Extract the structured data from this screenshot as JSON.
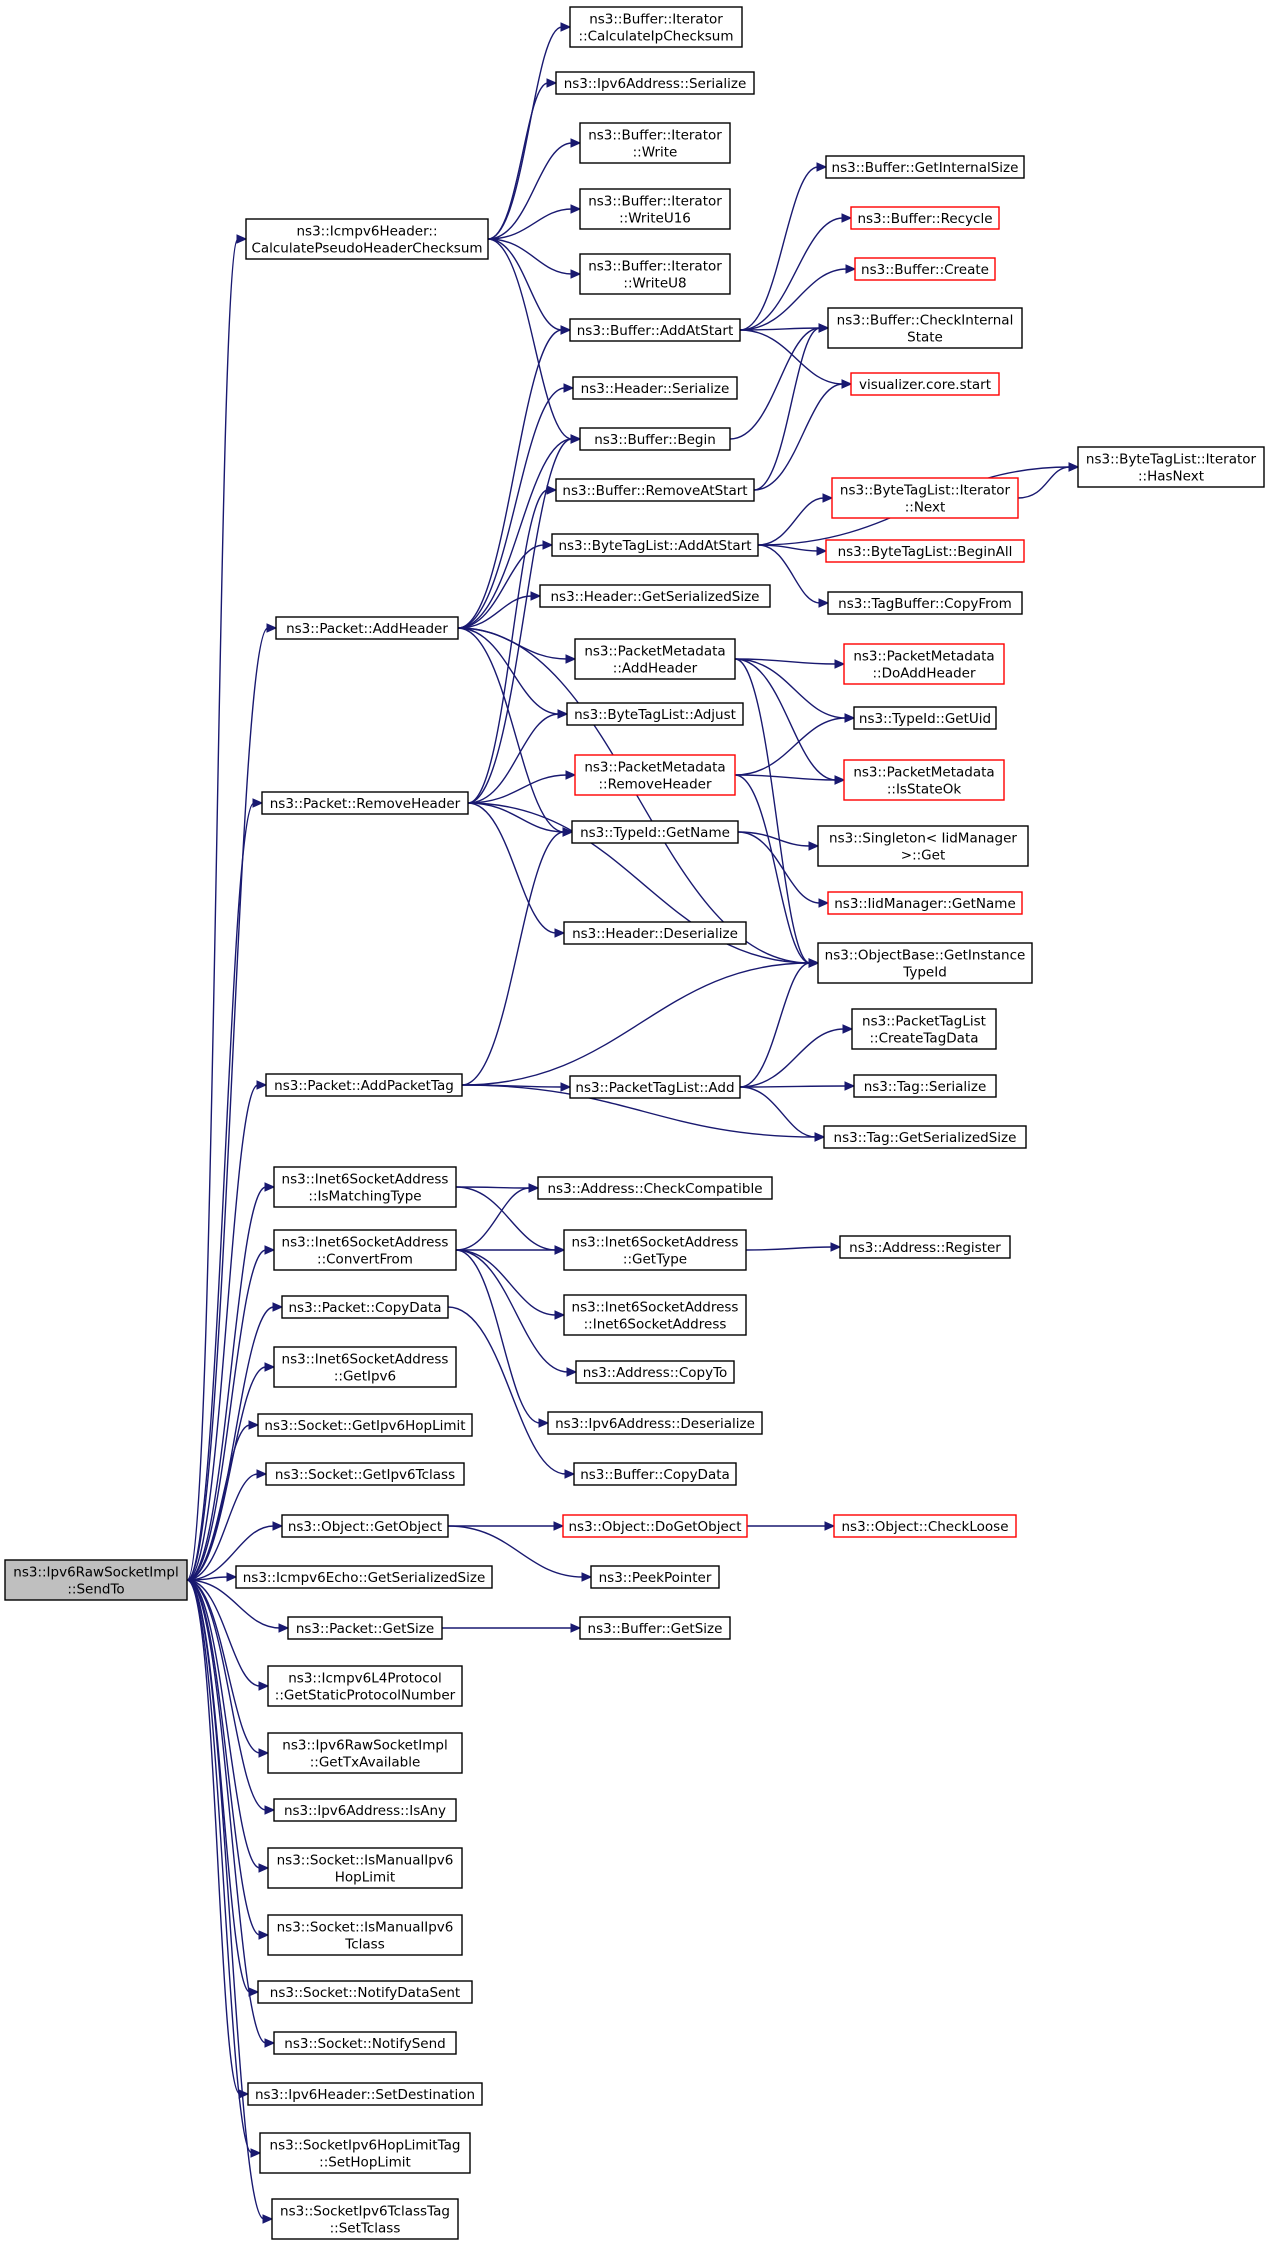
{
  "graph": {
    "edge_color": "#191970",
    "root_fill": "#bfbfbf",
    "highlight_border": "#ff0000",
    "nodes": [
      {
        "id": "root",
        "lines": [
          "ns3::Ipv6RawSocketImpl",
          "::SendTo"
        ],
        "style": "root"
      },
      {
        "id": "calcPseudo",
        "lines": [
          "ns3::Icmpv6Header::",
          "CalculatePseudoHeaderChecksum"
        ]
      },
      {
        "id": "addHeader",
        "lines": [
          "ns3::Packet::AddHeader"
        ]
      },
      {
        "id": "removeHeader",
        "lines": [
          "ns3::Packet::RemoveHeader"
        ]
      },
      {
        "id": "addPacketTag",
        "lines": [
          "ns3::Packet::AddPacketTag"
        ]
      },
      {
        "id": "i6IsMatching",
        "lines": [
          "ns3::Inet6SocketAddress",
          "::IsMatchingType"
        ]
      },
      {
        "id": "i6ConvertFrom",
        "lines": [
          "ns3::Inet6SocketAddress",
          "::ConvertFrom"
        ]
      },
      {
        "id": "copyData",
        "lines": [
          "ns3::Packet::CopyData"
        ]
      },
      {
        "id": "i6GetIpv6",
        "lines": [
          "ns3::Inet6SocketAddress",
          "::GetIpv6"
        ]
      },
      {
        "id": "sockHopLimit",
        "lines": [
          "ns3::Socket::GetIpv6HopLimit"
        ]
      },
      {
        "id": "sockTclass",
        "lines": [
          "ns3::Socket::GetIpv6Tclass"
        ]
      },
      {
        "id": "getObject",
        "lines": [
          "ns3::Object::GetObject"
        ]
      },
      {
        "id": "echoSize",
        "lines": [
          "ns3::Icmpv6Echo::GetSerializedSize"
        ]
      },
      {
        "id": "pktGetSize",
        "lines": [
          "ns3::Packet::GetSize"
        ]
      },
      {
        "id": "l4Proto",
        "lines": [
          "ns3::Icmpv6L4Protocol",
          "::GetStaticProtocolNumber"
        ]
      },
      {
        "id": "txAvail",
        "lines": [
          "ns3::Ipv6RawSocketImpl",
          "::GetTxAvailable"
        ]
      },
      {
        "id": "isAny",
        "lines": [
          "ns3::Ipv6Address::IsAny"
        ]
      },
      {
        "id": "manualHop",
        "lines": [
          "ns3::Socket::IsManualIpv6",
          "HopLimit"
        ]
      },
      {
        "id": "manualTclass",
        "lines": [
          "ns3::Socket::IsManualIpv6",
          "Tclass"
        ]
      },
      {
        "id": "notifyDataSent",
        "lines": [
          "ns3::Socket::NotifyDataSent"
        ]
      },
      {
        "id": "notifySend",
        "lines": [
          "ns3::Socket::NotifySend"
        ]
      },
      {
        "id": "setDest",
        "lines": [
          "ns3::Ipv6Header::SetDestination"
        ]
      },
      {
        "id": "setHopLimit",
        "lines": [
          "ns3::SocketIpv6HopLimitTag",
          "::SetHopLimit"
        ]
      },
      {
        "id": "setTclass",
        "lines": [
          "ns3::SocketIpv6TclassTag",
          "::SetTclass"
        ]
      },
      {
        "id": "calcIpChecksum",
        "lines": [
          "ns3::Buffer::Iterator",
          "::CalculateIpChecksum"
        ]
      },
      {
        "id": "ipv6Serialize",
        "lines": [
          "ns3::Ipv6Address::Serialize"
        ]
      },
      {
        "id": "iterWrite",
        "lines": [
          "ns3::Buffer::Iterator",
          "::Write"
        ]
      },
      {
        "id": "iterWriteU16",
        "lines": [
          "ns3::Buffer::Iterator",
          "::WriteU16"
        ]
      },
      {
        "id": "iterWriteU8",
        "lines": [
          "ns3::Buffer::Iterator",
          "::WriteU8"
        ]
      },
      {
        "id": "bufAddAtStart",
        "lines": [
          "ns3::Buffer::AddAtStart"
        ]
      },
      {
        "id": "hdrSerialize",
        "lines": [
          "ns3::Header::Serialize"
        ]
      },
      {
        "id": "bufBegin",
        "lines": [
          "ns3::Buffer::Begin"
        ]
      },
      {
        "id": "bufRemoveAtStart",
        "lines": [
          "ns3::Buffer::RemoveAtStart"
        ]
      },
      {
        "id": "btlAddAtStart",
        "lines": [
          "ns3::ByteTagList::AddAtStart"
        ]
      },
      {
        "id": "hdrGetSerSize",
        "lines": [
          "ns3::Header::GetSerializedSize"
        ]
      },
      {
        "id": "pmAddHeader",
        "lines": [
          "ns3::PacketMetadata",
          "::AddHeader"
        ]
      },
      {
        "id": "btlAdjust",
        "lines": [
          "ns3::ByteTagList::Adjust"
        ]
      },
      {
        "id": "pmRemoveHeader",
        "lines": [
          "ns3::PacketMetadata",
          "::RemoveHeader"
        ],
        "style": "red"
      },
      {
        "id": "typeGetName",
        "lines": [
          "ns3::TypeId::GetName"
        ]
      },
      {
        "id": "hdrDeserialize",
        "lines": [
          "ns3::Header::Deserialize"
        ]
      },
      {
        "id": "ptlAdd",
        "lines": [
          "ns3::PacketTagList::Add"
        ]
      },
      {
        "id": "addrCheckCompat",
        "lines": [
          "ns3::Address::CheckCompatible"
        ]
      },
      {
        "id": "i6GetType",
        "lines": [
          "ns3::Inet6SocketAddress",
          "::GetType"
        ]
      },
      {
        "id": "i6Ctor",
        "lines": [
          "ns3::Inet6SocketAddress",
          "::Inet6SocketAddress"
        ]
      },
      {
        "id": "addrCopyTo",
        "lines": [
          "ns3::Address::CopyTo"
        ]
      },
      {
        "id": "ipv6Deserialize",
        "lines": [
          "ns3::Ipv6Address::Deserialize"
        ]
      },
      {
        "id": "bufCopyData",
        "lines": [
          "ns3::Buffer::CopyData"
        ]
      },
      {
        "id": "doGetObject",
        "lines": [
          "ns3::Object::DoGetObject"
        ],
        "style": "red"
      },
      {
        "id": "peekPointer",
        "lines": [
          "ns3::PeekPointer"
        ]
      },
      {
        "id": "bufGetSize",
        "lines": [
          "ns3::Buffer::GetSize"
        ]
      },
      {
        "id": "bufGetInternalSize",
        "lines": [
          "ns3::Buffer::GetInternalSize"
        ]
      },
      {
        "id": "bufRecycle",
        "lines": [
          "ns3::Buffer::Recycle"
        ],
        "style": "red"
      },
      {
        "id": "bufCreate",
        "lines": [
          "ns3::Buffer::Create"
        ],
        "style": "red"
      },
      {
        "id": "bufCheckInternal",
        "lines": [
          "ns3::Buffer::CheckInternal",
          "State"
        ]
      },
      {
        "id": "vizStart",
        "lines": [
          "visualizer.core.start"
        ],
        "style": "red"
      },
      {
        "id": "btlIterNext",
        "lines": [
          "ns3::ByteTagList::Iterator",
          "::Next"
        ],
        "style": "red"
      },
      {
        "id": "btlBeginAll",
        "lines": [
          "ns3::ByteTagList::BeginAll"
        ],
        "style": "red"
      },
      {
        "id": "tagBufCopyFrom",
        "lines": [
          "ns3::TagBuffer::CopyFrom"
        ]
      },
      {
        "id": "pmDoAddHeader",
        "lines": [
          "ns3::PacketMetadata",
          "::DoAddHeader"
        ],
        "style": "red"
      },
      {
        "id": "typeGetUid",
        "lines": [
          "ns3::TypeId::GetUid"
        ]
      },
      {
        "id": "pmIsStateOk",
        "lines": [
          "ns3::PacketMetadata",
          "::IsStateOk"
        ],
        "style": "red"
      },
      {
        "id": "singletonGet",
        "lines": [
          "ns3::Singleton< IidManager",
          " >::Get"
        ]
      },
      {
        "id": "iidGetName",
        "lines": [
          "ns3::IidManager::GetName"
        ],
        "style": "red"
      },
      {
        "id": "objBaseTypeId",
        "lines": [
          "ns3::ObjectBase::GetInstance",
          "TypeId"
        ]
      },
      {
        "id": "ptlCreateTagData",
        "lines": [
          "ns3::PacketTagList",
          "::CreateTagData"
        ]
      },
      {
        "id": "tagSerialize",
        "lines": [
          "ns3::Tag::Serialize"
        ]
      },
      {
        "id": "tagGetSerSize",
        "lines": [
          "ns3::Tag::GetSerializedSize"
        ]
      },
      {
        "id": "addrRegister",
        "lines": [
          "ns3::Address::Register"
        ]
      },
      {
        "id": "objCheckLoose",
        "lines": [
          "ns3::Object::CheckLoose"
        ],
        "style": "red"
      },
      {
        "id": "btlIterHasNext",
        "lines": [
          "ns3::ByteTagList::Iterator",
          "::HasNext"
        ]
      }
    ],
    "edges": [
      [
        "root",
        "calcPseudo"
      ],
      [
        "root",
        "addHeader"
      ],
      [
        "root",
        "removeHeader"
      ],
      [
        "root",
        "addPacketTag"
      ],
      [
        "root",
        "i6IsMatching"
      ],
      [
        "root",
        "i6ConvertFrom"
      ],
      [
        "root",
        "copyData"
      ],
      [
        "root",
        "i6GetIpv6"
      ],
      [
        "root",
        "sockHopLimit"
      ],
      [
        "root",
        "sockTclass"
      ],
      [
        "root",
        "getObject"
      ],
      [
        "root",
        "echoSize"
      ],
      [
        "root",
        "pktGetSize"
      ],
      [
        "root",
        "l4Proto"
      ],
      [
        "root",
        "txAvail"
      ],
      [
        "root",
        "isAny"
      ],
      [
        "root",
        "manualHop"
      ],
      [
        "root",
        "manualTclass"
      ],
      [
        "root",
        "notifyDataSent"
      ],
      [
        "root",
        "notifySend"
      ],
      [
        "root",
        "setDest"
      ],
      [
        "root",
        "setHopLimit"
      ],
      [
        "root",
        "setTclass"
      ],
      [
        "calcPseudo",
        "calcIpChecksum"
      ],
      [
        "calcPseudo",
        "ipv6Serialize"
      ],
      [
        "calcPseudo",
        "iterWrite"
      ],
      [
        "calcPseudo",
        "iterWriteU16"
      ],
      [
        "calcPseudo",
        "iterWriteU8"
      ],
      [
        "calcPseudo",
        "bufAddAtStart"
      ],
      [
        "calcPseudo",
        "bufBegin"
      ],
      [
        "bufAddAtStart",
        "bufGetInternalSize"
      ],
      [
        "bufAddAtStart",
        "bufRecycle"
      ],
      [
        "bufAddAtStart",
        "bufCreate"
      ],
      [
        "bufAddAtStart",
        "bufCheckInternal"
      ],
      [
        "bufAddAtStart",
        "vizStart"
      ],
      [
        "bufBegin",
        "bufCheckInternal"
      ],
      [
        "bufRemoveAtStart",
        "bufCheckInternal"
      ],
      [
        "bufRemoveAtStart",
        "vizStart"
      ],
      [
        "addHeader",
        "bufAddAtStart"
      ],
      [
        "addHeader",
        "hdrSerialize"
      ],
      [
        "addHeader",
        "bufBegin"
      ],
      [
        "addHeader",
        "btlAddAtStart"
      ],
      [
        "addHeader",
        "hdrGetSerSize"
      ],
      [
        "addHeader",
        "pmAddHeader"
      ],
      [
        "addHeader",
        "btlAdjust"
      ],
      [
        "addHeader",
        "typeGetName"
      ],
      [
        "addHeader",
        "objBaseTypeId"
      ],
      [
        "removeHeader",
        "bufBegin"
      ],
      [
        "removeHeader",
        "bufRemoveAtStart"
      ],
      [
        "removeHeader",
        "btlAdjust"
      ],
      [
        "removeHeader",
        "pmRemoveHeader"
      ],
      [
        "removeHeader",
        "typeGetName"
      ],
      [
        "removeHeader",
        "hdrDeserialize"
      ],
      [
        "removeHeader",
        "objBaseTypeId"
      ],
      [
        "btlAddAtStart",
        "btlIterHasNext"
      ],
      [
        "btlAddAtStart",
        "btlIterNext"
      ],
      [
        "btlAddAtStart",
        "btlBeginAll"
      ],
      [
        "btlAddAtStart",
        "tagBufCopyFrom"
      ],
      [
        "btlIterNext",
        "btlIterHasNext"
      ],
      [
        "pmAddHeader",
        "pmDoAddHeader"
      ],
      [
        "pmAddHeader",
        "typeGetUid"
      ],
      [
        "pmAddHeader",
        "pmIsStateOk"
      ],
      [
        "pmAddHeader",
        "objBaseTypeId"
      ],
      [
        "pmRemoveHeader",
        "typeGetUid"
      ],
      [
        "pmRemoveHeader",
        "pmIsStateOk"
      ],
      [
        "pmRemoveHeader",
        "objBaseTypeId"
      ],
      [
        "typeGetName",
        "singletonGet"
      ],
      [
        "typeGetName",
        "iidGetName"
      ],
      [
        "addPacketTag",
        "typeGetName"
      ],
      [
        "addPacketTag",
        "objBaseTypeId"
      ],
      [
        "addPacketTag",
        "ptlAdd"
      ],
      [
        "addPacketTag",
        "tagGetSerSize"
      ],
      [
        "ptlAdd",
        "objBaseTypeId"
      ],
      [
        "ptlAdd",
        "ptlCreateTagData"
      ],
      [
        "ptlAdd",
        "tagSerialize"
      ],
      [
        "ptlAdd",
        "tagGetSerSize"
      ],
      [
        "i6IsMatching",
        "addrCheckCompat"
      ],
      [
        "i6IsMatching",
        "i6GetType"
      ],
      [
        "i6ConvertFrom",
        "addrCheckCompat"
      ],
      [
        "i6ConvertFrom",
        "i6GetType"
      ],
      [
        "i6ConvertFrom",
        "i6Ctor"
      ],
      [
        "i6ConvertFrom",
        "addrCopyTo"
      ],
      [
        "i6ConvertFrom",
        "ipv6Deserialize"
      ],
      [
        "i6GetType",
        "addrRegister"
      ],
      [
        "copyData",
        "bufCopyData"
      ],
      [
        "getObject",
        "doGetObject"
      ],
      [
        "getObject",
        "peekPointer"
      ],
      [
        "doGetObject",
        "objCheckLoose"
      ],
      [
        "pktGetSize",
        "bufGetSize"
      ]
    ]
  }
}
